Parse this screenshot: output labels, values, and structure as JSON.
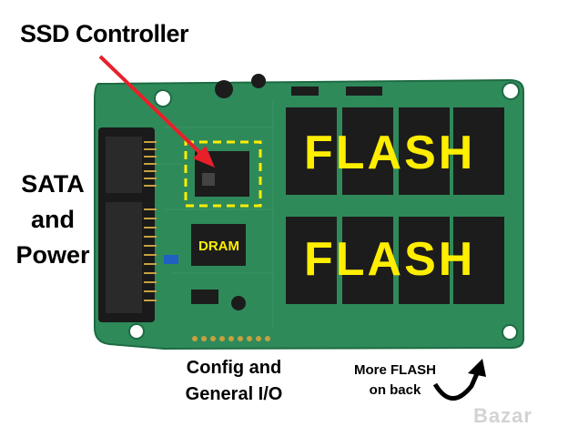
{
  "annotations": {
    "controller_label": "SSD Controller",
    "sata_label_lines": [
      "SATA",
      "and",
      "Power"
    ],
    "flash_top": "FLASH",
    "flash_bottom": "FLASH",
    "dram_label": "DRAM",
    "config_lines": [
      "Config and",
      "General I/O"
    ],
    "more_flash_lines": [
      "More FLASH",
      "on back"
    ]
  },
  "watermark": "Bazar",
  "colors": {
    "pcb": "#2f8a5a",
    "annotation_yellow": "#ffee00",
    "arrow_red": "#e8202a",
    "chip_black": "#1c1c1c"
  },
  "icons": {
    "pointer_arrow": "red-arrow-icon",
    "curved_arrow": "curved-arrow-icon"
  }
}
